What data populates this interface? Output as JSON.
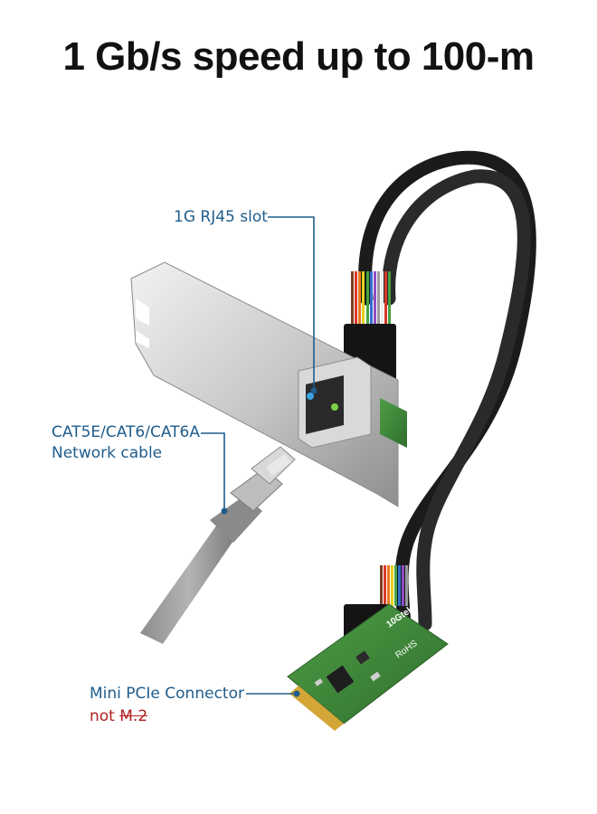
{
  "title": "1 Gb/s speed up to 100-m",
  "callouts": {
    "rj45": "1G RJ45 slot",
    "cable_line1": "CAT5E/CAT6/CAT6A",
    "cable_line2": "Network cable",
    "connector": "Mini PCIe Connector",
    "not_word": "not",
    "not_struck": "M.2"
  },
  "board_marks": {
    "brand": "10Gtek",
    "compliance": "RoHS"
  },
  "colors": {
    "callout_text": "#1f5d8c",
    "callout_line": "#1f5d8c",
    "warning_text": "#b01f1f",
    "pcb_green": "#3e8a3a"
  }
}
